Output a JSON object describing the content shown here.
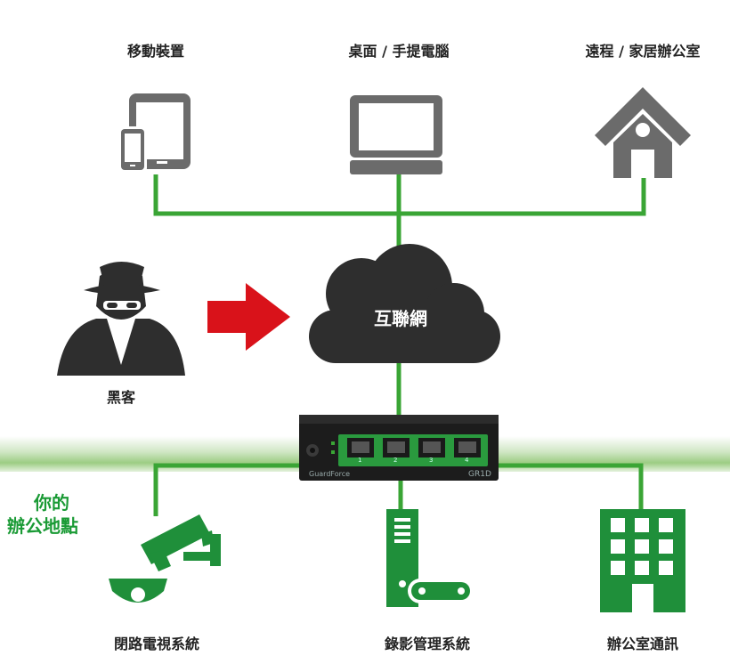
{
  "labels": {
    "mobile": "移動裝置",
    "desktop": "桌面 / 手提電腦",
    "remote": "遠程 / 家居辦公室",
    "hacker": "黑客",
    "internet": "互聯網",
    "office_line1": "你的",
    "office_line2": "辦公地點",
    "cctv": "閉路電視系統",
    "recorder": "錄影管理系統",
    "office_comm": "辦公室通訊"
  },
  "device": {
    "brand": "GuardForce",
    "model": "GR1D",
    "ports": [
      "1",
      "2",
      "3",
      "4"
    ]
  },
  "colors": {
    "line_green": "#3aa535",
    "icon_gray": "#6b6b6b",
    "icon_green": "#1f8f3a",
    "dark": "#2e2e2e",
    "arrow_red": "#d9121a"
  },
  "icons": [
    "tablet-phone-icon",
    "laptop-icon",
    "home-icon",
    "hacker-icon",
    "arrow-right-icon",
    "cloud-icon",
    "security-camera-icon",
    "server-icon",
    "office-building-icon",
    "network-appliance-icon"
  ]
}
